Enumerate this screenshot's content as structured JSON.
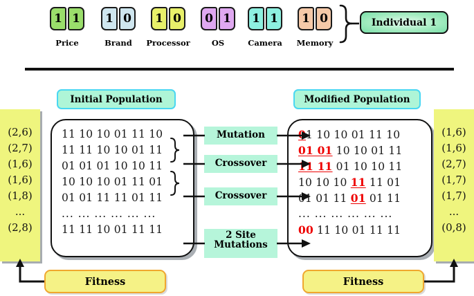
{
  "chromosome": {
    "genes": [
      {
        "name": "Price",
        "bits": [
          "1",
          "1"
        ],
        "color": "#9ade6b"
      },
      {
        "name": "Brand",
        "bits": [
          "1",
          "0"
        ],
        "color": "#cfe6ef"
      },
      {
        "name": "Processor",
        "bits": [
          "1",
          "0"
        ],
        "color": "#e8f06a"
      },
      {
        "name": "OS",
        "bits": [
          "0",
          "1"
        ],
        "color": "#dfa8f0"
      },
      {
        "name": "Camera",
        "bits": [
          "1",
          "1"
        ],
        "color": "#8df0e0"
      },
      {
        "name": "Memory",
        "bits": [
          "1",
          "0"
        ],
        "color": "#f5c9a8"
      }
    ],
    "individual_label": "Individual 1"
  },
  "initial": {
    "header": "Initial Population",
    "rows": [
      {
        "segments": [
          {
            "text": "11 10 10 01 11 10",
            "mark": false
          }
        ]
      },
      {
        "segments": [
          {
            "text": "11 11 10 10 01 11",
            "mark": false
          }
        ]
      },
      {
        "segments": [
          {
            "text": "01 01 01 10 10 11",
            "mark": false
          }
        ]
      },
      {
        "segments": [
          {
            "text": "10 10 10 01 11 01",
            "mark": false
          }
        ]
      },
      {
        "segments": [
          {
            "text": "01 01 11 11 01 11",
            "mark": false
          }
        ]
      },
      {
        "segments": [
          {
            "text": "...  ...  ...  ...  ...  ...",
            "mark": false
          }
        ],
        "spacer": true
      },
      {
        "segments": [
          {
            "text": "11 11 10 01 11 11",
            "mark": false
          }
        ]
      }
    ],
    "fitness_values": [
      "(2,6)",
      "(2,7)",
      "(1,6)",
      "(1,6)",
      "(1,8)",
      "...",
      "(2,8)"
    ],
    "fitness_label": "Fitness"
  },
  "modified": {
    "header": "Modified Population",
    "rows": [
      {
        "segments": [
          {
            "text": "0",
            "mark": true,
            "underline": true
          },
          {
            "text": "1 10 10 01 11 10",
            "mark": false
          }
        ]
      },
      {
        "segments": [
          {
            "text": "01 01",
            "mark": true,
            "underline": true
          },
          {
            "text": " 10 10 01 11",
            "mark": false
          }
        ]
      },
      {
        "segments": [
          {
            "text": "11 11",
            "mark": true,
            "underline": true
          },
          {
            "text": " 01 10 10 11",
            "mark": false
          }
        ]
      },
      {
        "segments": [
          {
            "text": "10 10 10 ",
            "mark": false
          },
          {
            "text": "11",
            "mark": true,
            "underline": true
          },
          {
            "text": " 11 01",
            "mark": false
          }
        ]
      },
      {
        "segments": [
          {
            "text": "01 01 11 ",
            "mark": false
          },
          {
            "text": "01",
            "mark": true,
            "underline": true
          },
          {
            "text": " 01 11",
            "mark": false
          }
        ]
      },
      {
        "segments": [
          {
            "text": "...  ...  ...  ...  ...  ...",
            "mark": false
          }
        ],
        "spacer": true
      },
      {
        "segments": [
          {
            "text": "00",
            "mark": true,
            "underline": false
          },
          {
            "text": " 11 10 01 11 11",
            "mark": false
          }
        ]
      }
    ],
    "fitness_values": [
      "(1,6)",
      "(1,6)",
      "(2,7)",
      "(1,7)",
      "(1,7)",
      "...",
      "(0,8)"
    ],
    "fitness_label": "Fitness"
  },
  "operations": [
    {
      "label": "Mutation"
    },
    {
      "label": "Crossover"
    },
    {
      "label": "Crossover"
    },
    {
      "label": "2 Site\nMutations"
    }
  ],
  "colors": {
    "highlight_red": "#ee0000",
    "header_fill": "#aef5d7",
    "header_border": "#49d7f2",
    "op_fill": "#b6f5da",
    "fitness_col_fill": "#eff57e",
    "fitness_box_fill": "#f5f286",
    "fitness_box_border": "#f0a72e",
    "line": "#111111"
  }
}
